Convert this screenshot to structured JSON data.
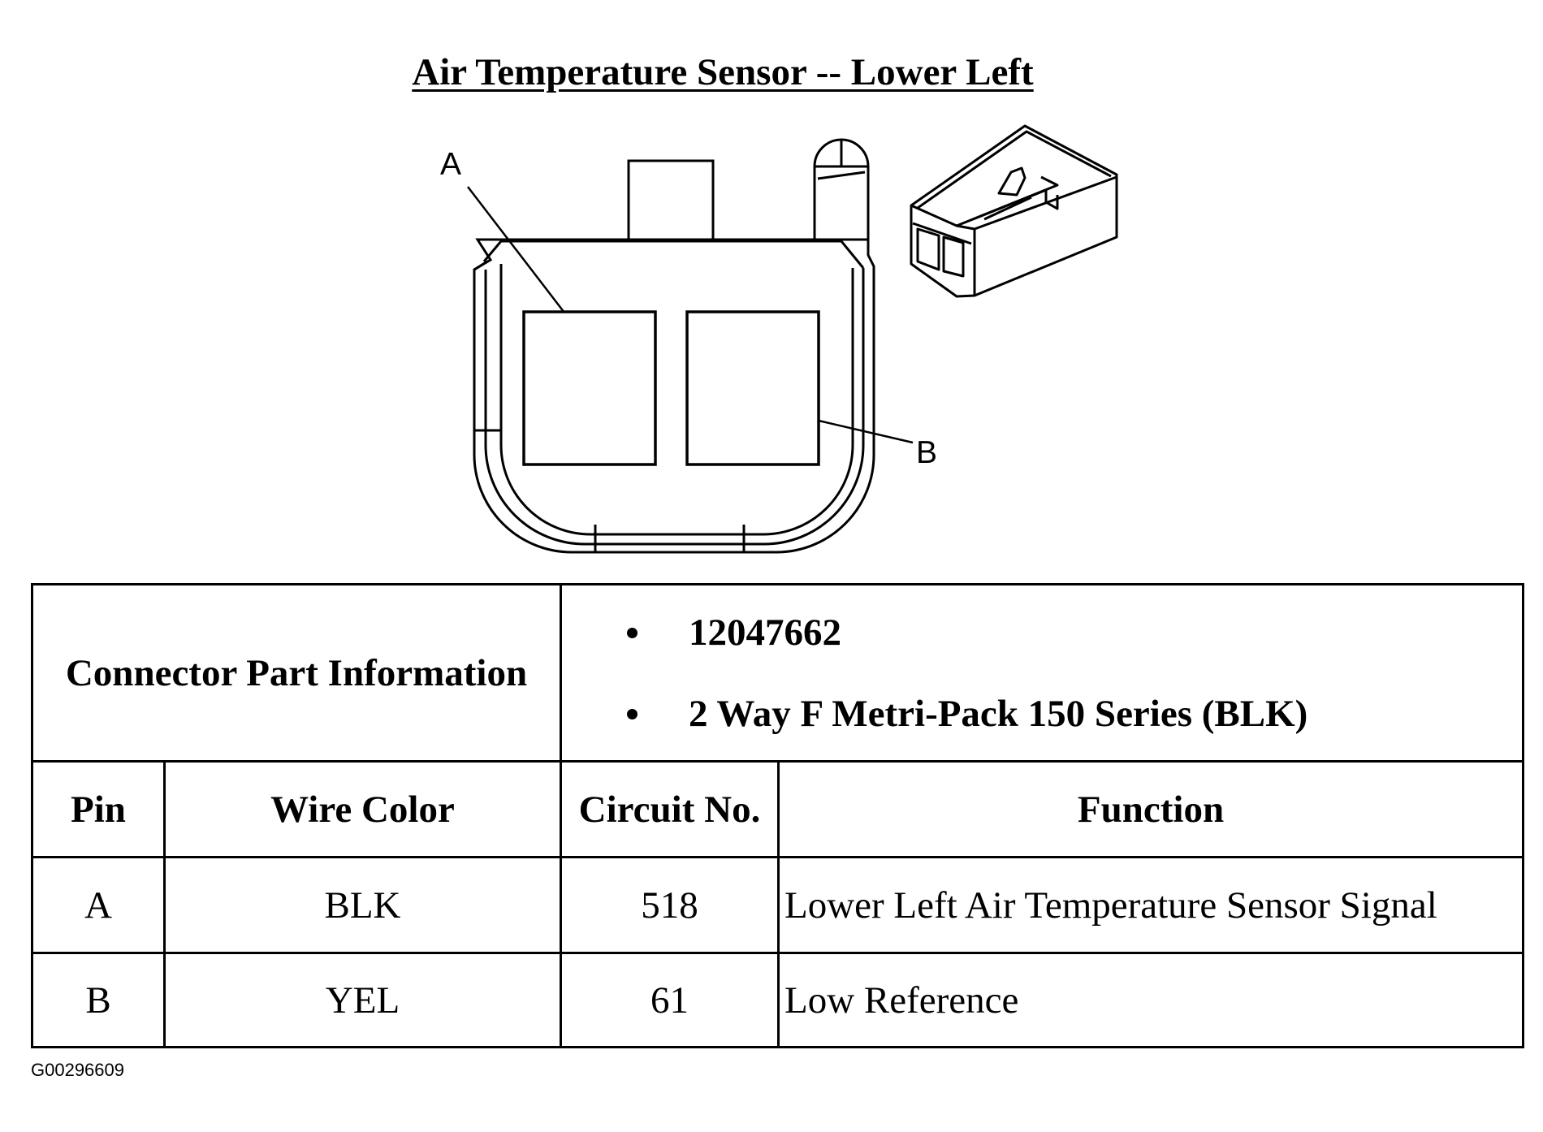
{
  "title": "Air Temperature Sensor -- Lower Left",
  "diagram": {
    "callouts": {
      "a": "A",
      "b": "B"
    },
    "icons": [
      "connector-face-view-icon",
      "connector-3d-view-icon"
    ]
  },
  "connector_info": {
    "label": "Connector Part Information",
    "items": [
      "12047662",
      "2 Way F Metri-Pack 150 Series (BLK)"
    ]
  },
  "pin_table": {
    "headers": [
      "Pin",
      "Wire Color",
      "Circuit No.",
      "Function"
    ],
    "rows": [
      {
        "pin": "A",
        "wire_color": "BLK",
        "circuit": "518",
        "function": "Lower Left Air Temperature Sensor Signal"
      },
      {
        "pin": "B",
        "wire_color": "YEL",
        "circuit": "61",
        "function": "Low Reference"
      }
    ]
  },
  "figure_id": "G00296609"
}
